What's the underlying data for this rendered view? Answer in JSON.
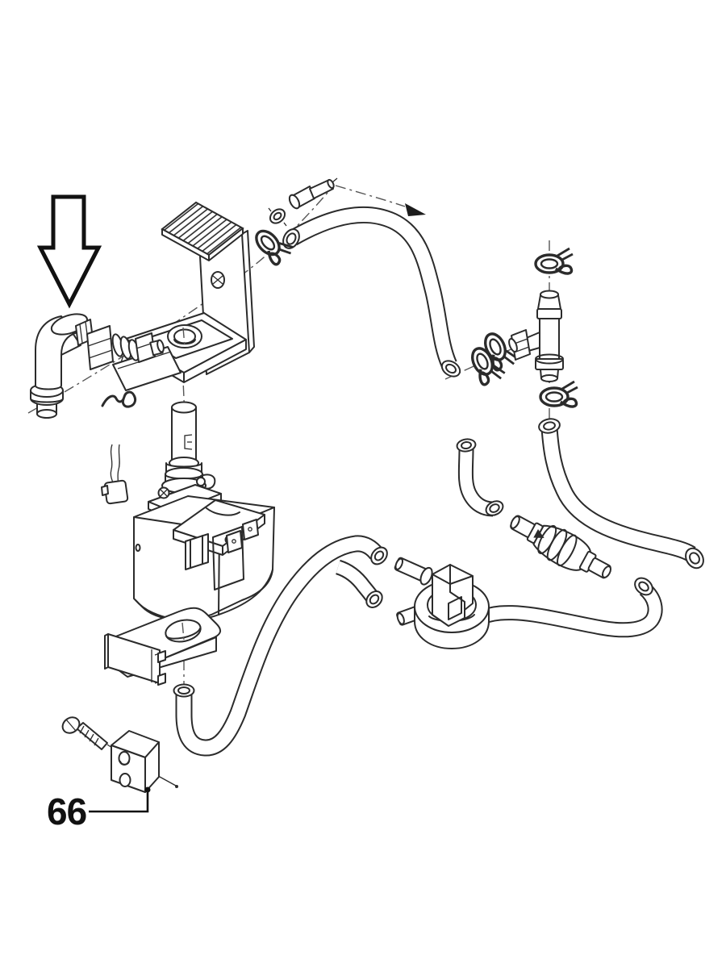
{
  "page": {
    "background": "#ffffff",
    "line_color": "#2b2b2b",
    "centerline_color": "#555555"
  },
  "diagram": {
    "kind": "exploded-parts-line-drawing"
  },
  "callout": {
    "number": "66"
  },
  "parts": [
    "pointer-arrow",
    "elbow-fitting",
    "retaining-clip",
    "mounting-bracket",
    "vibration-damper-plate",
    "rubber-grommet",
    "nipple-fitting",
    "washer",
    "hose-clamp",
    "upper-hose",
    "tee-fitting",
    "tee-outlet-hose",
    "check-valve",
    "short-elbow-hose",
    "j-hook-hose",
    "flow-valve",
    "inlet-hose",
    "stub-hose",
    "vibration-pump",
    "thermal-fuse",
    "pump-mounting-foot",
    "mounting-block",
    "mounting-screw"
  ]
}
